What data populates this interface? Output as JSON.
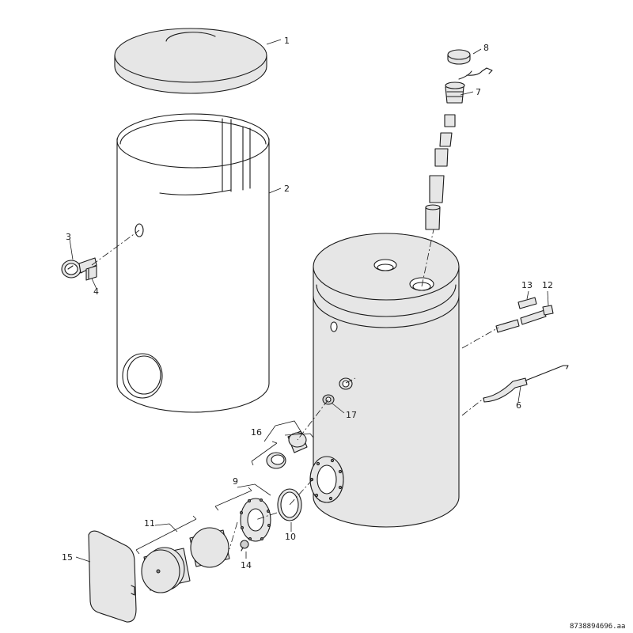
{
  "labels": {
    "l1": "1",
    "l2": "2",
    "l3": "3",
    "l4": "4",
    "l6": "6",
    "l7": "7",
    "l8": "8",
    "l9": "9",
    "l10": "10",
    "l11": "11",
    "l12": "12",
    "l13": "13",
    "l14": "14",
    "l15": "15",
    "l16": "16",
    "l17": "17"
  },
  "reference_code": "8738894696.aa"
}
